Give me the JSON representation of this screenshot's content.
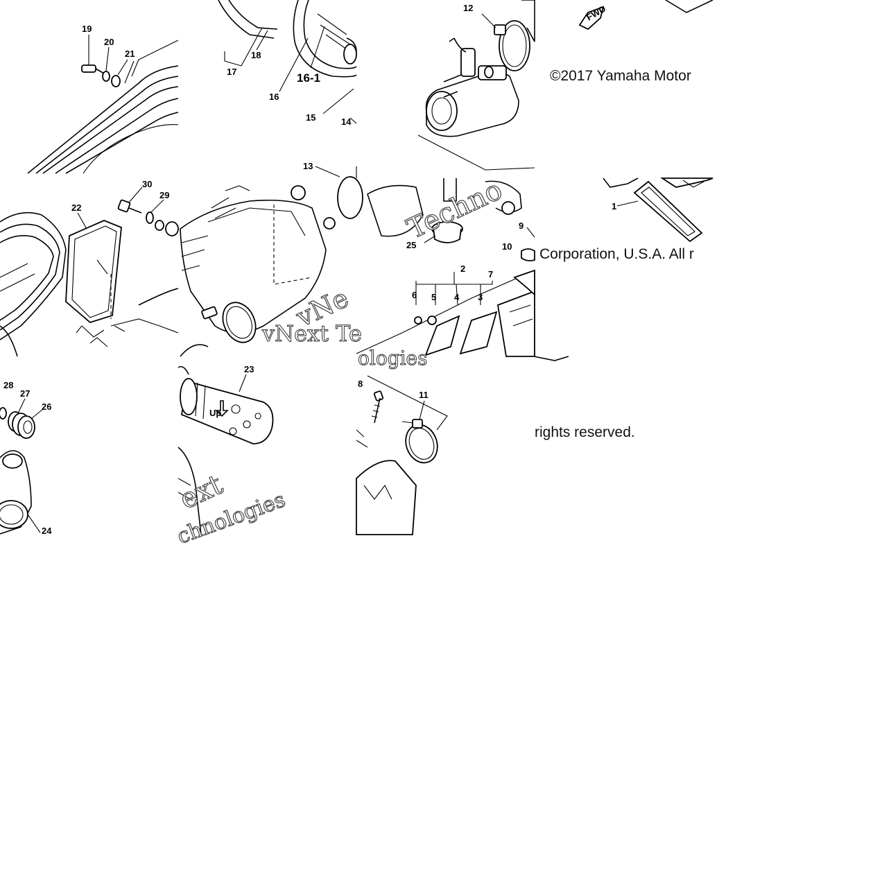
{
  "diagram": {
    "callouts": [
      "1",
      "2",
      "3",
      "4",
      "5",
      "6",
      "7",
      "8",
      "9",
      "10",
      "11",
      "12",
      "13",
      "14",
      "15",
      "16",
      "16-1",
      "17",
      "18",
      "19",
      "20",
      "21",
      "22",
      "23",
      "24",
      "25",
      "26",
      "27",
      "28",
      "29",
      "30"
    ],
    "fwd_label": "FWD",
    "up_label": "Up"
  },
  "copyright": {
    "part1": "©2017 Yamaha Motor",
    "part2": "Corporation, U.S.A. All r",
    "part3": "rights reserved."
  },
  "watermark": {
    "frag_a": "Techno",
    "frag_b": "vNext Te",
    "frag_c": "ologies",
    "frag_d": "vNe",
    "frag_e": "ext",
    "frag_f": "chnologies"
  }
}
